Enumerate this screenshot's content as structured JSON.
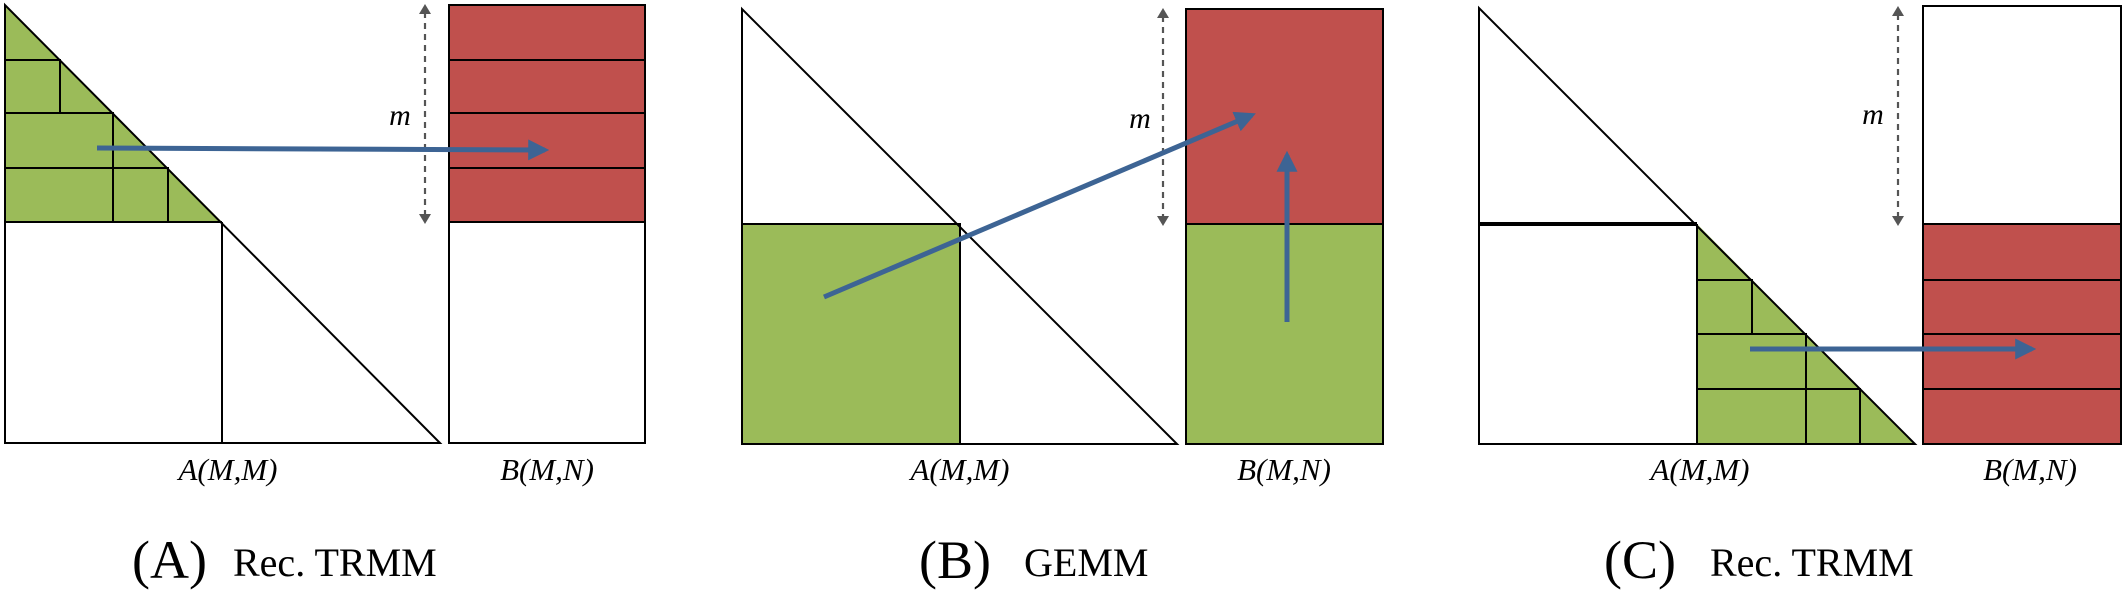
{
  "panels": [
    {
      "letter": "(A)",
      "name": "Rec. TRMM",
      "label_a": "A(M,M)",
      "label_b": "B(M,N)",
      "dim_label": "m"
    },
    {
      "letter": "(B)",
      "name": "GEMM",
      "label_a": "A(M,M)",
      "label_b": "B(M,N)",
      "dim_label": "m"
    },
    {
      "letter": "(C)",
      "name": "Rec. TRMM",
      "label_a": "A(M,M)",
      "label_b": "B(M,N)",
      "dim_label": "m"
    }
  ],
  "colors": {
    "green": "#9bbb59",
    "red": "#c0504d",
    "arrow": "#3d6494"
  }
}
